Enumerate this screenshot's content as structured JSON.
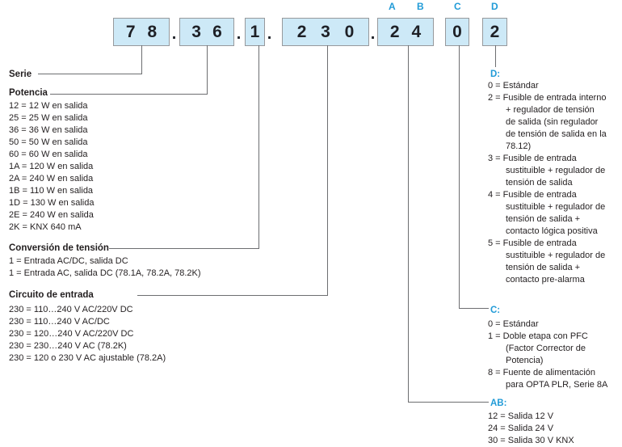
{
  "code": {
    "serie": "78",
    "potencia": "36",
    "conversion": "1",
    "entrada": "230",
    "ab": "24",
    "c": "0",
    "d": "2",
    "separator": "."
  },
  "markers": {
    "a": "A",
    "b": "B",
    "c": "C",
    "d": "D"
  },
  "colors": {
    "accent_blue": "#219bd7",
    "box_fill": "#cde9f7",
    "box_border": "#97999c",
    "line_gray": "#6d6e71",
    "text": "#231f20"
  },
  "sections": {
    "serie": {
      "title": "Serie"
    },
    "potencia": {
      "title": "Potencia",
      "items": [
        "12 = 12 W en salida",
        "25 = 25 W en salida",
        "36 = 36 W en salida",
        "50 = 50 W en salida",
        "60 = 60 W en salida",
        "1A = 120 W en salida",
        "2A = 240 W en salida",
        "1B = 110 W en salida",
        "1D = 130 W en salida",
        "2E = 240 W en salida",
        "2K = KNX 640 mA"
      ]
    },
    "conversion": {
      "title": "Conversión de tensión",
      "items": [
        "1 = Entrada AC/DC, salida DC",
        "1 = Entrada AC, salida DC (78.1A, 78.2A, 78.2K)"
      ]
    },
    "entrada": {
      "title": "Circuito de entrada",
      "items": [
        "230 = 110…240 V AC/220V DC",
        "230 = 110…240 V AC/DC",
        "230 = 120…240 V AC/220V DC",
        "230 = 230…240 V AC (78.2K)",
        "230 = 120 o 230 V AC ajustable (78.2A)"
      ]
    },
    "d": {
      "title": "D:",
      "items": [
        "0 = Estándar",
        "2 = Fusible de entrada interno\n+ regulador de tensión\nde salida (sin regulador\nde tensión de salida en la\n78.12)",
        "3 = Fusible de entrada\nsustituible + regulador de\ntensión de salida",
        "4 = Fusible de entrada\nsustituible + regulador de\ntensión de salida +\ncontacto lógica positiva",
        "5 = Fusible de entrada\nsustituible + regulador de\ntensión de salida +\ncontacto pre-alarma"
      ]
    },
    "c": {
      "title": "C:",
      "items": [
        "0 = Estándar",
        "1 = Doble etapa con PFC\n(Factor Corrector de\nPotencia)",
        "8 = Fuente de alimentación\npara OPTA PLR, Serie 8A"
      ]
    },
    "ab": {
      "title": "AB:",
      "items": [
        "12 = Salida 12 V",
        "24 = Salida 24 V",
        "30 = Salida 30 V KNX"
      ]
    }
  }
}
